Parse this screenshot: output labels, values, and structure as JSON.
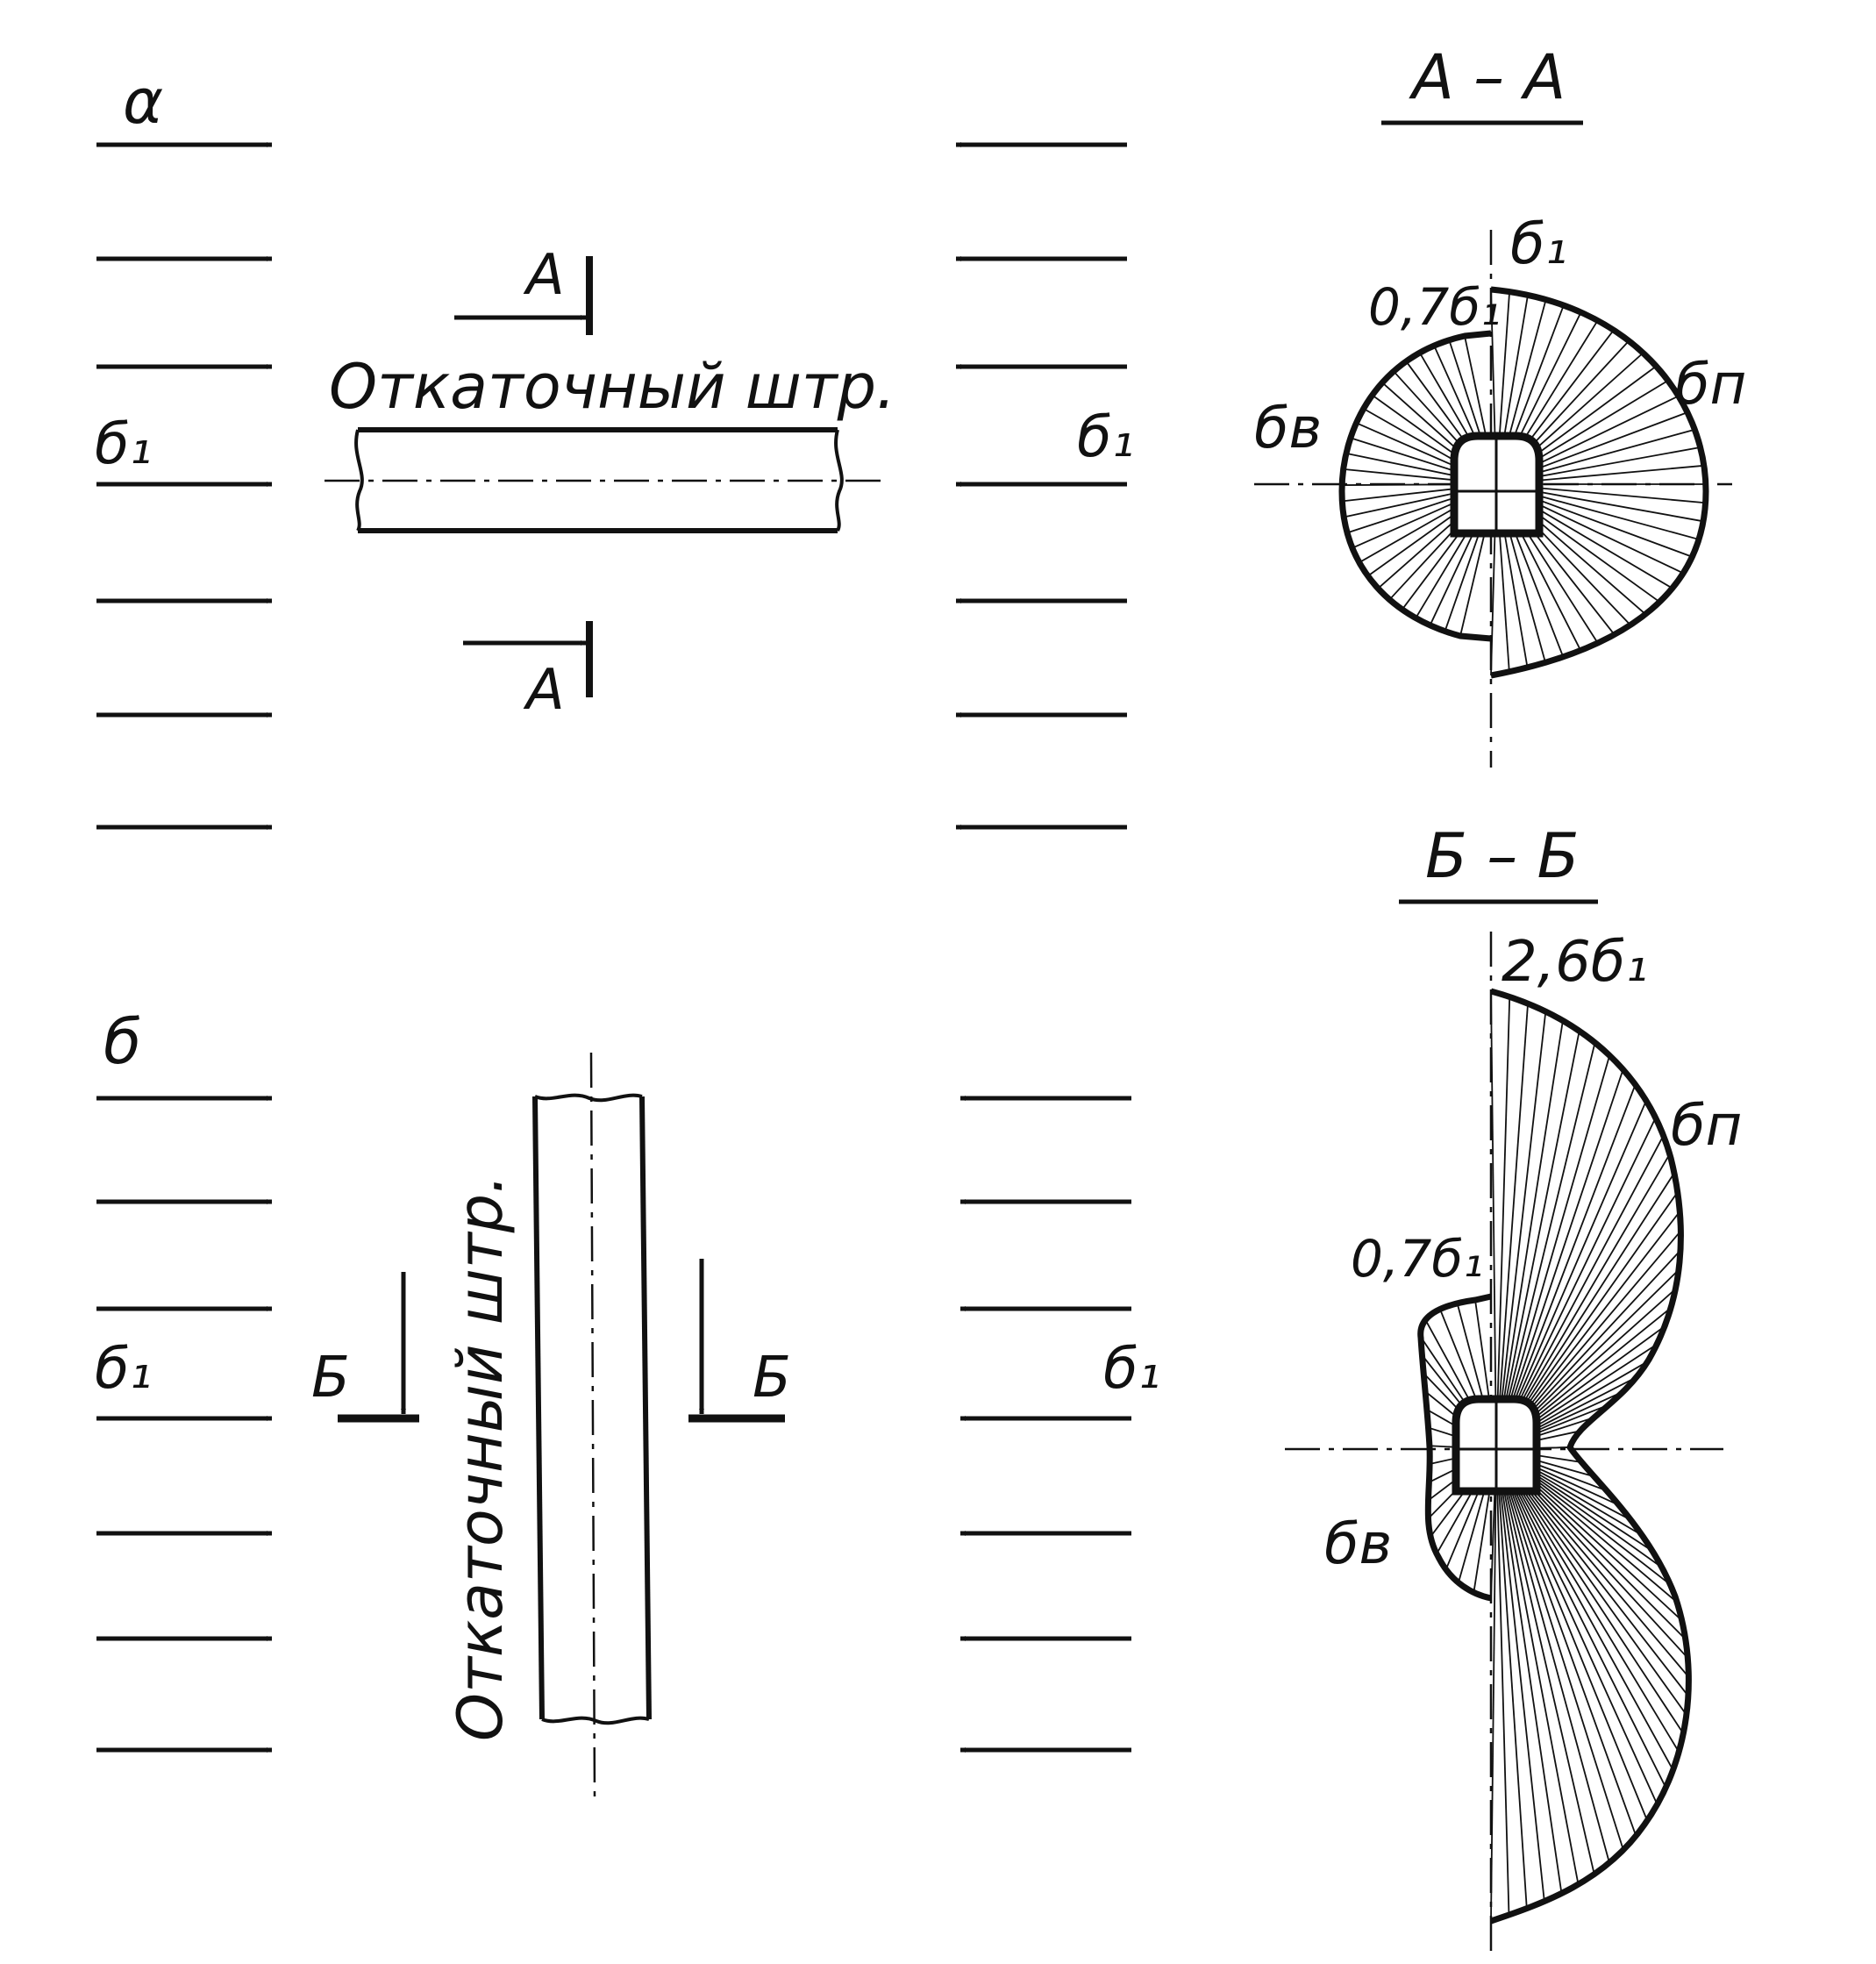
{
  "panel_a": {
    "letter": "α",
    "drift_label": "Откаточный штр.",
    "stress_left": "б₁",
    "stress_right": "б₁",
    "section_mark_top": "А",
    "section_mark_bottom": "А"
  },
  "panel_b": {
    "letter": "б",
    "drift_label": "Откаточный штр.",
    "stress_left": "б₁",
    "stress_right": "б₁",
    "section_mark_left": "Б",
    "section_mark_right": "Б"
  },
  "section_aa": {
    "title": "А – А",
    "label_top": "б₁",
    "label_left_top": "0,7б₁",
    "label_right": "бп",
    "label_left": "бв"
  },
  "section_bb": {
    "title": "Б – Б",
    "label_top": "2,6б₁",
    "label_right": "бп",
    "label_left_top": "0,7б₁",
    "label_left": "бв"
  },
  "colors": {
    "ink": "#111111",
    "paper": "#ffffff"
  }
}
